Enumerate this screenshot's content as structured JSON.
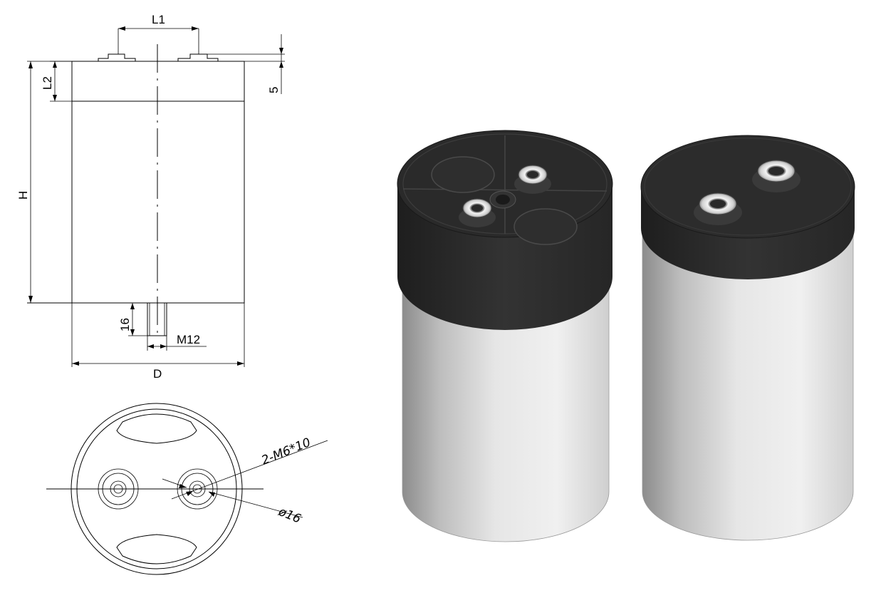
{
  "drawing": {
    "side_view": {
      "dim_L1": "L1",
      "dim_L2": "L2",
      "dim_5": "5",
      "dim_H": "H",
      "dim_16": "16",
      "dim_M12": "M12",
      "dim_D": "D"
    },
    "top_view": {
      "thread_note": "2-M6*10",
      "diameter_note": "ø16"
    }
  },
  "renders": {
    "left": {
      "cap_color": "#2b2b2b",
      "body_color": "#d9d9d9"
    },
    "right": {
      "cap_color": "#2b2b2b",
      "body_color": "#d9d9d9"
    }
  }
}
